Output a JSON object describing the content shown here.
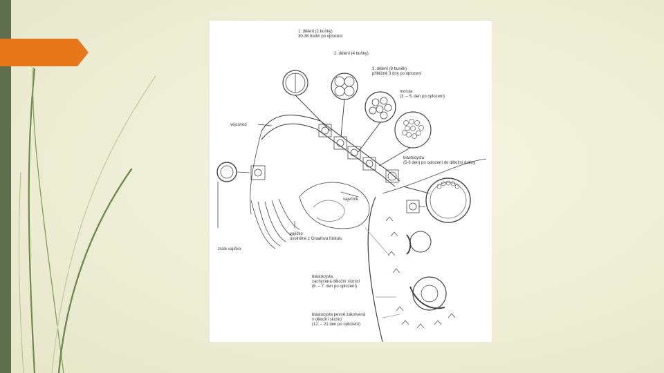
{
  "slide": {
    "colors": {
      "left_bar": "#5f6e4d",
      "accent": "#e8761a",
      "stems": "#6f8a4e"
    }
  },
  "diagram": {
    "labels": {
      "division1": "1. dělení (2 buňky)\n30-36 hodin po oplození",
      "division2": "2. dělení (4 buňky)",
      "division3": "3. dělení (8 buněk)\npřibližně 3 dny po oplození",
      "morula": "morula\n(3. – 5. den po oplození)",
      "oviduct": "vejcovod",
      "blastocyst": "blastocysta\n(5-6 den) po oplození do děložní dutiny",
      "ovary": "vaječník",
      "egg": "vajíčko\nuvolněné z Graafova folikulu",
      "mature_egg": "zralé vajíčko",
      "blastocyst_attached": "blastocysta,\nzachycená děložní sliznicí\n(6. – 7. den po oplození)",
      "blastocyst_embedded": "blastocysta pevně zakotvená\nv děložní sliznici\n(12. – 21 den po oplození)"
    }
  }
}
